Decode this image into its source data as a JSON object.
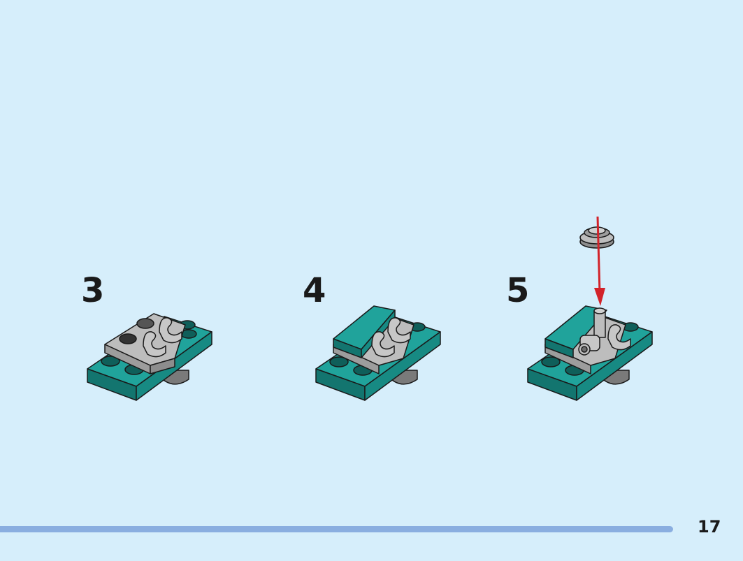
{
  "steps": [
    {
      "number": "3"
    },
    {
      "number": "4"
    },
    {
      "number": "5"
    }
  ],
  "page": {
    "number": "17"
  },
  "colors": {
    "background": "#d6eefb",
    "teal": "#20a39b",
    "teal_dark": "#13756f",
    "gray": "#bdbdbd",
    "gray_dark": "#8d8d8d",
    "arrow": "#d2232a",
    "progress": "#8aaee0"
  }
}
